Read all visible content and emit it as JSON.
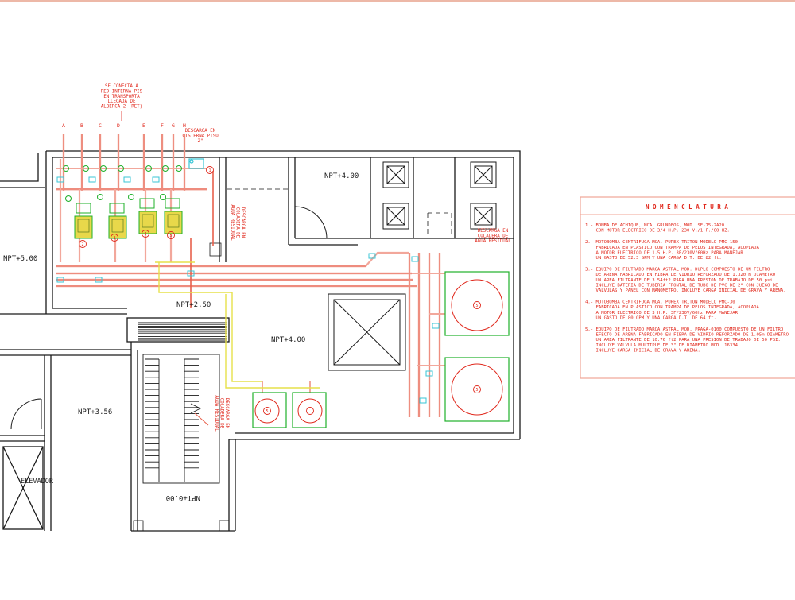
{
  "colors": {
    "wall": "#1a1a1a",
    "pipe": "#e8604c",
    "pipe_light": "#f2a79b",
    "label": "#e0271b",
    "water_line": "#e6e04a",
    "equipment": "#1fb02a",
    "equipment_fill": "#e8d84a",
    "tank": "#e0271b",
    "panel_border": "#f0a596",
    "cyan": "#38c6d6",
    "frame": "#e7a08a"
  },
  "levels": {
    "upper_left": "NPT+5.00",
    "machine_room": "NPT+2.50",
    "top_room": "NPT+4.00",
    "main_room": "NPT+4.00",
    "lower_left": "NPT+3.56",
    "stair_bottom": "NPT+0.00"
  },
  "rooms": {
    "elevator": "ELEVADOR"
  },
  "manifold": {
    "header_note": [
      "SE CONECTA A",
      "RED INTERNA PIS",
      "EN TRANSPORTA",
      "LLEGADA DE",
      "ALBERCA 2 (RET)"
    ],
    "letters": [
      "A",
      "B",
      "C",
      "D",
      "E",
      "F",
      "G",
      "H"
    ],
    "cistern_note": [
      "DESCARGA EN",
      "CISTERNA PISO",
      "2\""
    ]
  },
  "callouts": {
    "left_drain": [
      "DESCARGA EN",
      "COLADERA DE",
      "AGUA RESIDUAL"
    ],
    "right_drain": [
      "DESCARGA EN",
      "COLADERA DE",
      "AGUA RESIDUAL"
    ],
    "stair_drain": [
      "DESCARGA EN",
      "COLADERA DE",
      "AGUA RESIDUAL"
    ]
  },
  "equipment_tags": [
    "1",
    "2",
    "3",
    "4",
    "5",
    "5",
    "5",
    "5"
  ],
  "nomenclature": {
    "title": "N O M E N C L A T U R A",
    "items": [
      {
        "lines": [
          "1.- BOMBA DE ACHIQUE, MCA. GRUNDFOS, MOD. SE-75-2A20",
          "    CON MOTOR ELECTRICO DE 3/4 H.P. 230 V./1 F./60 HZ."
        ]
      },
      {
        "lines": [
          "2.- MOTOBOMBA CENTRIFUGA MCA. PUREX TRITON MODELO PMC-150",
          "    FABRICADA EN PLASTICO CON TRAMPA DE PELOS INTEGRADA, ACOPLADA",
          "    A MOTOR ELECTRICO DE 1.5 H.P. 3F/230V/60Hz PARA MANEJAR",
          "    UN GASTO DE 52.3 GPM Y UNA CARGA D.T. DE 82 ft."
        ]
      },
      {
        "lines": [
          "3.- EQUIPO DE FILTRADO MARCA ASTRAL MOD. DUPLO COMPUESTO DE UN FILTRO",
          "    DE ARENA FABRICADO EN FIBRA DE VIDRIO REFORZADO DE 1.320 m DIAMETRO",
          "    UN AREA FILTRANTE DE 3.54ft2 PARA UNA PRESION DE TRABAJO DE 50 psi",
          "    INCLUYE BATERIA DE TUBERIA FRONTAL DE TUBO DE PVC DE 2\" CON JUEGO DE",
          "    VALVULAS Y PANEL CON MANOMETRO. INCLUYE CARGA INICIAL DE GRAVA Y ARENA."
        ]
      },
      {
        "lines": [
          "4.- MOTOBOMBA CENTRIFUGA MCA. PUREX TRITON MODELO PMC-30",
          "    FABRICADA EN PLASTICO CON TRAMPA DE PELOS INTEGRADA, ACOPLADA",
          "    A MOTOR ELECTRICO DE 3 H.P. 3F/230V/60Hz PARA MANEJAR",
          "    UN GASTO DE 80 GPM Y UNA CARGA D.T. DE 64 ft."
        ]
      },
      {
        "lines": [
          "5.- EQUIPO DE FILTRADO MARCA ASTRAL MOD. PRAGA-0100 COMPUESTO DE UN FILTRO",
          "    EFECTO DE ARENA FABRICADO EN FIBRA DE VIDRIO REFORZADO DE 1.05m DIAMETRO",
          "    UN AREA FILTRANTE DE 10.76 ft2 PARA UNA PRESION DE TRABAJO DE 50 PSI.",
          "    INCLUYE VALVULA MULTIPLE DE 3\" DE DIAMETRO MOD. 16334.",
          "    INCLUYE CARGA INICIAL DE GRAVA Y ARENA."
        ]
      }
    ]
  }
}
